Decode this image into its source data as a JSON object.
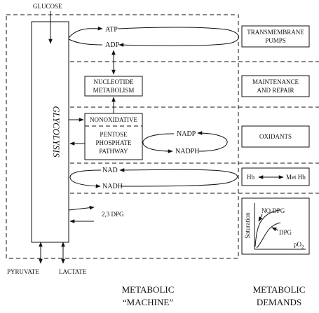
{
  "inputs": {
    "glucose": "GLUCOSE"
  },
  "outputs": {
    "pyruvate": "PYRUVATE",
    "lactate": "LACTATE"
  },
  "glycolysis": {
    "label": "GLYCOLYSIS"
  },
  "atp_cycle": {
    "atp": "ATP",
    "adp": "ADP"
  },
  "nucleotide_box": {
    "line1": "NUCLEOTIDE",
    "line2": "METABOLISM"
  },
  "pentose_box": {
    "header": "NONOXIDATIVE",
    "line1": "PENTOSE",
    "line2": "PHOSPHATE",
    "line3": "PATHWAY"
  },
  "nadp_cycle": {
    "nadp": "NADP",
    "nadph": "NADPH"
  },
  "nad_cycle": {
    "nad": "NAD",
    "nadh": "NADH"
  },
  "dpg": {
    "label": "2,3 DPG"
  },
  "demands": {
    "transmembrane": {
      "line1": "TRANSMEMBRANE",
      "line2": "PUMPS"
    },
    "maintenance": {
      "line1": "MAINTENANCE",
      "line2": "AND REPAIR"
    },
    "oxidants": {
      "label": "OXIDANTS"
    },
    "hb": {
      "left": "Hb",
      "right": "Met Hb"
    },
    "saturation_graph": {
      "ylabel": "Saturation",
      "xlabel": "pO",
      "xlabel_sub": "2",
      "curve_no_dpg": "NO DPG",
      "curve_dpg": "DPG"
    }
  },
  "footer": {
    "machine_line1": "METABOLIC",
    "machine_line2": "“MACHINE”",
    "demands_line1": "METABOLIC",
    "demands_line2": "DEMANDS"
  }
}
